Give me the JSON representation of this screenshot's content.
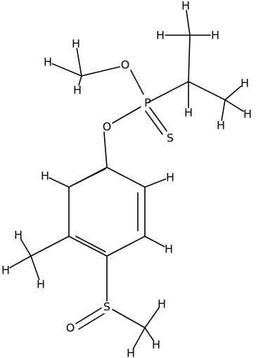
{
  "diagram": {
    "type": "chemical-structure",
    "atom_labels": {
      "o_methoxy": "O",
      "o_aryl": "O",
      "p": "P",
      "s_thiono": "S",
      "s_sulfinyl": "S",
      "o_sulfinyl": "O",
      "h": "H"
    }
  },
  "colors": {
    "bond": "#000000",
    "text": "#000000",
    "background": "#ffffff"
  }
}
